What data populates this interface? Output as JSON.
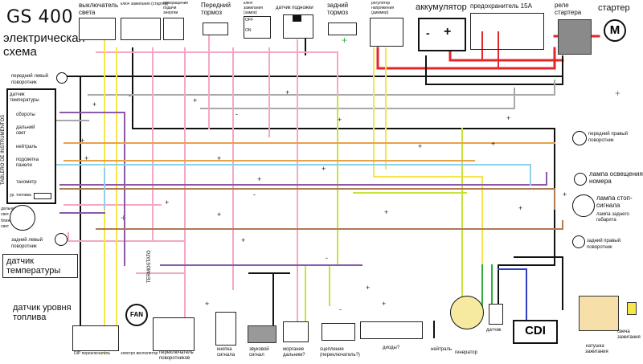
{
  "header": {
    "title": "GS 400",
    "subtitle_line1": "электрическая",
    "subtitle_line2": "схема"
  },
  "top_components": {
    "light_switch_line1": "выключатель",
    "light_switch_line2": "света",
    "ignition_key": "ключ зажигания (стартер)",
    "engine_kill_line1": "прекращение",
    "engine_kill_line2": "подачи",
    "engine_kill_line3": "энергии",
    "front_brake_line1": "Передний",
    "front_brake_line2": "тормоз",
    "ignition_lock_line1": "ключ",
    "ignition_lock_line2": "зажигания",
    "ignition_lock_line3": "(замок)",
    "ignition_off": "OFF",
    "ignition_on": "ON",
    "kickstand_sensor": "датчик подножки",
    "rear_brake_line1": "задний",
    "rear_brake_line2": "тормоз",
    "regulator_line1": "регулятор",
    "regulator_line2": "напряжения",
    "regulator_line3": "(диммер)",
    "battery": "аккумулятор",
    "battery_minus": "-",
    "battery_plus": "+",
    "fuse": "предохранитель 15A",
    "starter_relay_line1": "реле",
    "starter_relay_line2": "стартера",
    "starter": "стартер",
    "starter_symbol": "M"
  },
  "left_components": {
    "front_left_turn_line1": "передний левый",
    "front_left_turn_line2": "поворотник",
    "dashboard": "TABLERO DE INSTRUMENTOS",
    "temp_gauge_line1": "датчик",
    "temp_gauge_line2": "температуры",
    "rpm": "обороты",
    "high_beam_line1": "дальний",
    "high_beam_line2": "свет",
    "neutral": "нейтраль",
    "panel_light_line1": "подсветка",
    "panel_light_line2": "панели",
    "speedometer": "тахометр",
    "fuel_level_small": "ур. топлива",
    "headlight_high_line1": "дальний",
    "headlight_high_line2": "свет",
    "headlight_low_line1": "ближний",
    "headlight_low_line2": "свет",
    "rear_left_turn_line1": "задний левый",
    "rear_left_turn_line2": "поворотник",
    "temp_sensor_line1": "датчик",
    "temp_sensor_line2": "температуры",
    "fuel_sensor_line1": "датчик уровня",
    "fuel_sensor_line2": "топлива"
  },
  "right_components": {
    "front_right_turn_line1": "передний правый",
    "front_right_turn_line2": "поворотник",
    "plate_light_line1": "лампа освещения",
    "plate_light_line2": "номера",
    "stop_lamp_line1": "лампа стоп-",
    "stop_lamp_line2": "сигнала",
    "tail_lamp_line1": "лампа заднего",
    "tail_lamp_line2": "габарита",
    "rear_right_turn_line1": "задний правый",
    "rear_right_turn_line2": "поворотник",
    "spark_plug_line1": "свеча",
    "spark_plug_line2": "зажигания",
    "ignition_coil_line1": "катушка",
    "ignition_coil_line2": "зажигания"
  },
  "bottom_components": {
    "thermostat": "TERMOSTATO",
    "fan": "FAN",
    "dip_switch": "DIP переключатель",
    "fan_switch": "электро вентилятор",
    "turn_switch_line1": "переключатель",
    "turn_switch_line2": "поворотников",
    "horn_button_line1": "кнопка",
    "horn_button_line2": "сигнала",
    "horn_line1": "звуковой",
    "horn_line2": "сигнал",
    "flasher_line1": "моргание",
    "flasher_line2": "дальним?",
    "clutch_line1": "сцепление",
    "clutch_line2": "(переключатель?)",
    "diodes": "диоды?",
    "neutral_switch": "нейтраль",
    "generator": "генератор",
    "sensor": "датчик",
    "cdi": "CDI"
  },
  "colors": {
    "pink": "#f4a7c6",
    "yellow": "#f6e64b",
    "lime": "#c8e23c",
    "gray": "#a8a8a8",
    "black": "#111111",
    "purple": "#8a5aa8",
    "orange": "#e8a24a",
    "brown": "#b07a55",
    "lightblue": "#8fd0ec",
    "red": "#e3262b",
    "blue": "#2a3fc4",
    "green": "#2fae3a"
  }
}
